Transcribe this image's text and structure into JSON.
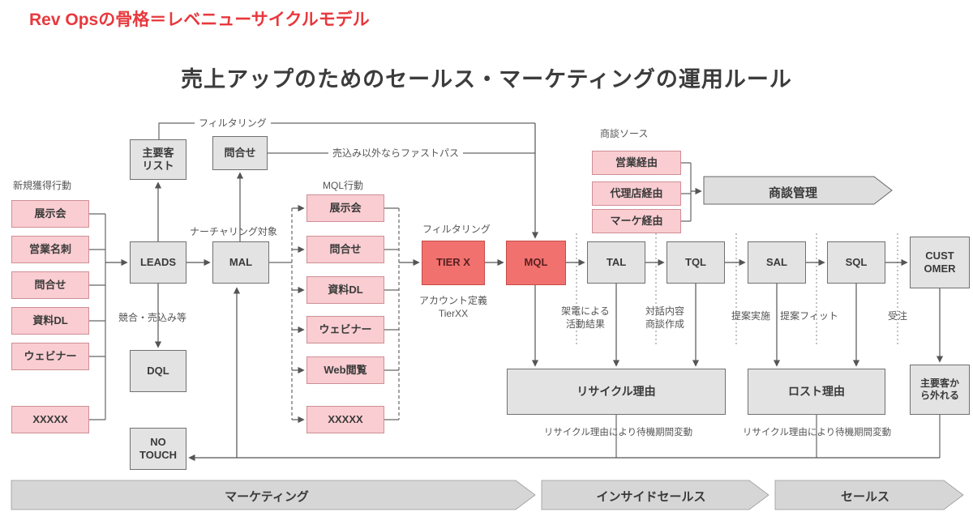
{
  "header": {
    "eyebrow": "Rev Opsの骨格＝レベニューサイクルモデル",
    "title": "売上アップのためのセールス・マーケティングの運用ルール"
  },
  "colors": {
    "accent_red": "#e8383d",
    "box_pink": "#f9cdd1",
    "box_red": "#f1716f",
    "box_gray": "#e3e3e3"
  },
  "sources": {
    "heading": "新規獲得行動",
    "items": [
      "展示会",
      "営業名刺",
      "問合せ",
      "資料DL",
      "ウェビナー",
      "XXXXX"
    ]
  },
  "mql_actions": {
    "heading": "MQL行動",
    "items": [
      "展示会",
      "問合せ",
      "資料DL",
      "ウェビナー",
      "Web閲覧",
      "XXXXX"
    ]
  },
  "deal_sources": {
    "heading": "商談ソース",
    "items": [
      "営業経由",
      "代理店経由",
      "マーケ経由"
    ],
    "management": "商談管理"
  },
  "stages": {
    "key_list": "主要客\nリスト",
    "inquiry_top": "問合せ",
    "leads": "LEADS",
    "mal": "MAL",
    "dql": "DQL",
    "no_touch": "NO\nTOUCH",
    "tier": "TIER X",
    "mql": "MQL",
    "tal": "TAL",
    "tql": "TQL",
    "sal": "SAL",
    "sql": "SQL",
    "customer": "CUST\nOMER"
  },
  "labels": {
    "filtering_top": "フィルタリング",
    "fast_pass": "売込み以外ならファストパス",
    "nurturing": "ナーチャリング対象",
    "competitor": "競合・売込み等",
    "filtering_tier": "フィルタリング",
    "account_def": "アカウント定義\nTierXX",
    "call_result": "架電による\n活動結果",
    "dialog": "対話内容\n商談作成",
    "proposal": "提案実施",
    "proposal_fit": "提案フィット",
    "order": "受注",
    "recycle_wait_1": "リサイクル理由により待機期間変動",
    "recycle_wait_2": "リサイクル理由により待機期間変動"
  },
  "outcomes": {
    "recycle": "リサイクル理由",
    "lost": "ロスト理由",
    "out_of_key": "主要客か\nら外れる"
  },
  "lanes": [
    "マーケティング",
    "インサイドセールス",
    "セールス"
  ]
}
